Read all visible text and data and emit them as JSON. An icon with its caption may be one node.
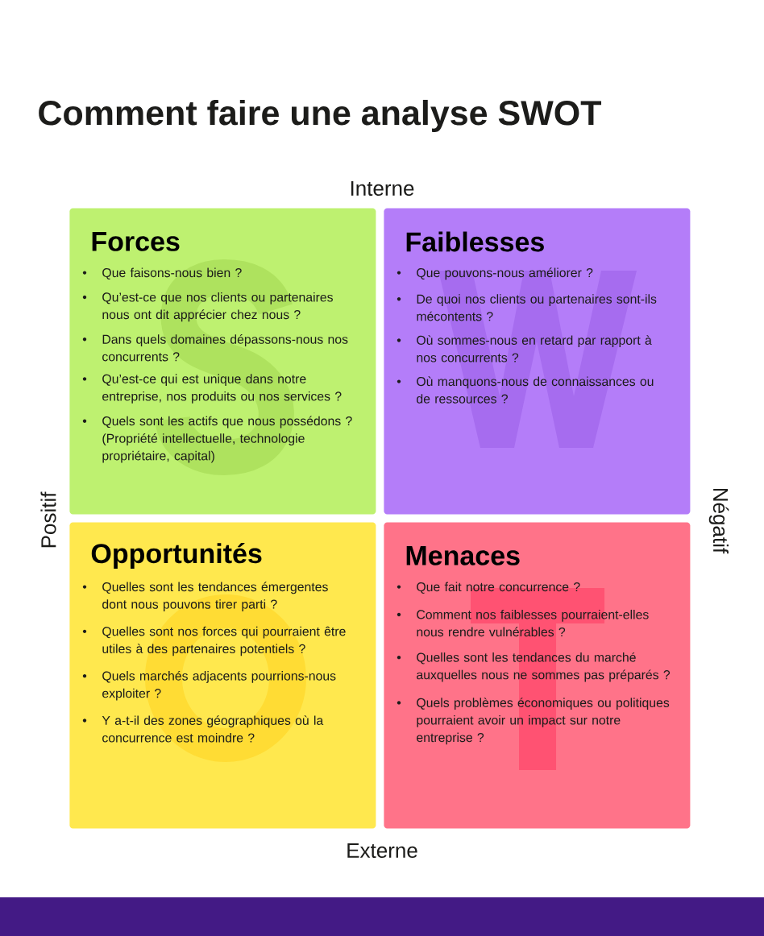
{
  "diagram": {
    "title": "Comment faire une analyse SWOT",
    "nodes": [
      {
        "text": [
          "Forces",
          "Que faisons-nous bien ?",
          "Qu’est-ce que nos clients ou partenaires nous ont dit apprécier chez nous ?",
          "Dans quels domaines dépassons-nous nos concurrents ?",
          "Qu’est-ce qui est unique dans notre entreprise, nos produits ou nos services ?",
          "Quels sont les actifs que nous possédons ? (Propriété intellectuelle, technologie propriétaire, capital)"
        ]
      },
      {
        "text": [
          "Faiblesses",
          "Que pouvons-nous améliorer ?",
          "De quoi nos clients ou partenaires sont-ils mécontents ?",
          "Où sommes-nous en retard par rapport à nos concurrents ?",
          "Où manquons-nous de connaissances ou de ressources ?"
        ]
      },
      {
        "text": [
          "Opportunités",
          "Quelles sont les tendances émergentes dont nous pouvons tirer parti ?",
          "Quelles sont nos forces qui pourraient être utiles à des partenaires potentiels ?",
          "Quels marchés adjacents pourrions-nous exploiter ?",
          "Y a-t-il des zones géographiques où la concurrence est moindre ?"
        ]
      },
      {
        "text": [
          "Menaces",
          "Que fait notre concurrence ?",
          "Comment nos faiblesses pourraient-elles nous rendre vulnérables ?",
          "Quelles sont les tendances du marché auxquelles nous ne sommes pas préparés ?",
          "Quels problèmes économiques ou politiques pourraient avoir un impact sur notre entreprise ?"
        ]
      }
    ],
    "labels": [
      "Interne",
      "Positif",
      "Négatif",
      "Externe"
    ]
  }
}
